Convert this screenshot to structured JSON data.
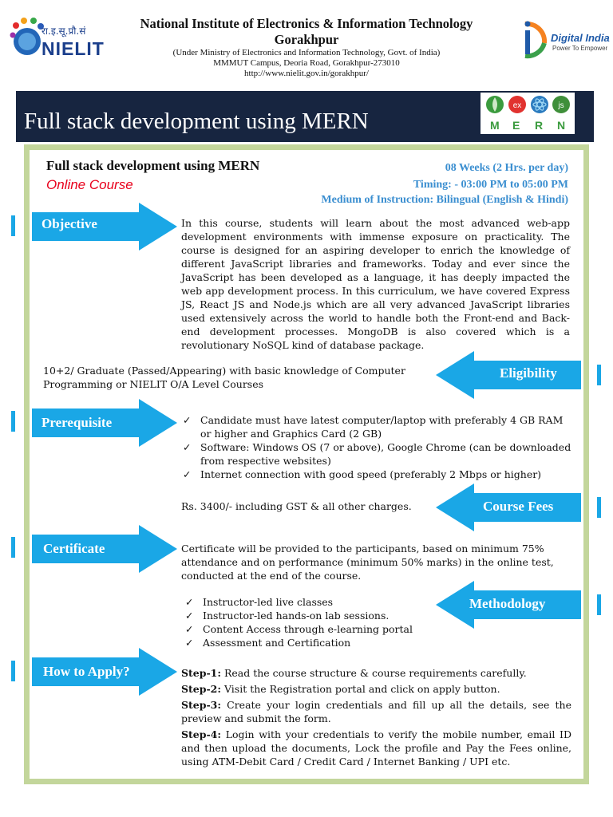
{
  "header": {
    "logo_left_hindi": "रा.इ.सू.प्रौ.सं",
    "logo_left_text": "NIELIT",
    "logo_right_text": "Digital India",
    "logo_right_tagline": "Power To Empower",
    "title_line1": "National Institute of Electronics & Information Technology",
    "title_line2": "Gorakhpur",
    "sub_line1": "(Under Ministry of Electronics and Information Technology, Govt. of India)",
    "sub_line2": "MMMUT Campus, Deoria Road, Gorakhpur-273010",
    "sub_line3": "http://www.nielit.gov.in/gorakhpur/"
  },
  "banner": {
    "title": "Full stack development using MERN",
    "mern_letters": [
      "M",
      "E",
      "R",
      "N"
    ],
    "mern_icons": [
      "mongodb-leaf",
      "ex",
      "react-atom",
      "js"
    ]
  },
  "course": {
    "title": "Full stack development using MERN",
    "mode": "Online Course",
    "duration": "08 Weeks (2 Hrs. per day)",
    "timing": "Timing: - 03:00 PM to 05:00 PM",
    "medium": "Medium of Instruction: Bilingual (English & Hindi)"
  },
  "sections": {
    "objective": {
      "label": "Objective",
      "text": "In this course, students will learn about the most advanced web-app development environments with immense exposure on practicality. The course is designed for an aspiring developer to enrich the knowledge of different JavaScript libraries and frameworks. Today and ever since the JavaScript has been developed as a language, it has deeply impacted the web app development process. In this curriculum, we have covered Express JS, React JS and Node.js which are all very advanced JavaScript libraries used extensively across the world to handle both the Front-end and Back-end development processes. MongoDB is also covered which is a revolutionary NoSQL kind of database package."
    },
    "eligibility": {
      "label": "Eligibility",
      "line1": "10+2/ Graduate (Passed/Appearing) with basic knowledge of Computer",
      "line2": "Programming or NIELIT O/A Level Courses"
    },
    "prerequisite": {
      "label": "Prerequisite",
      "items": [
        "Candidate must have latest computer/laptop with preferably 4 GB RAM or higher and Graphics Card (2 GB)",
        "Software: Windows OS (7 or above), Google Chrome (can be downloaded from respective websites)",
        "Internet connection with good speed (preferably 2 Mbps or higher)"
      ]
    },
    "course_fees": {
      "label": "Course Fees",
      "text": "Rs. 3400/- including GST & all other charges."
    },
    "certificate": {
      "label": "Certificate",
      "text": "Certificate will be provided to the participants, based on minimum 75% attendance and on performance (minimum 50% marks) in the online test, conducted at the end of the course."
    },
    "methodology": {
      "label": "Methodology",
      "items": [
        "Instructor-led live classes",
        "Instructor-led hands-on lab sessions.",
        "Content Access through e-learning portal",
        "Assessment and Certification"
      ]
    },
    "how_to_apply": {
      "label": "How to Apply?",
      "steps": [
        {
          "label": "Step-1:",
          "text": "Read the course structure & course requirements carefully."
        },
        {
          "label": "Step-2:",
          "text": "Visit the Registration portal and click on apply button."
        },
        {
          "label": "Step-3:",
          "text": "Create your login credentials and fill up all the details, see the preview and submit the form."
        },
        {
          "label": "Step-4:",
          "text": "Login with your credentials to verify the mobile number, email ID and then upload the documents, Lock the profile and Pay the Fees online, using ATM-Debit Card / Credit Card / Internet Banking / UPI etc."
        }
      ]
    }
  },
  "tick_glyph": "✓",
  "colors": {
    "banner_bg": "#172540",
    "arrow_blue": "#1aa7e6",
    "frame_green": "#c3d69b",
    "mode_red": "#e8001c",
    "meta_blue": "#3a8ed0"
  }
}
